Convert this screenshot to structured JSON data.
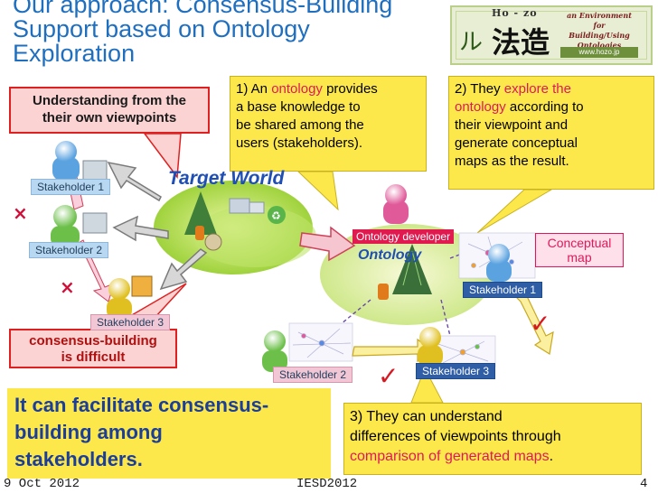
{
  "title": {
    "line1": "Our approach: Consensus-Building",
    "line2": "Support based on Ontology",
    "line3": "Exploration"
  },
  "logo": {
    "hozo": "Ho - zo",
    "kanji": "法造",
    "mark": "ル",
    "tagline_1": "an Environment for",
    "tagline_2": "Building/Using Ontologies",
    "url": "www.hozo.jp"
  },
  "callout1": {
    "number": "1) An",
    "highlight": "ontology",
    "rest1": "provides",
    "line2": "a base knowledge to",
    "line3": "be shared among the",
    "line4": "users (stakeholders)."
  },
  "callout2": {
    "number": "2) They",
    "highlight1": "explore the",
    "highlight2": "ontology",
    "rest1": "according to",
    "line3": "their viewpoint and",
    "line4": "generate conceptual",
    "line5": "maps as the result."
  },
  "understanding": {
    "line1": "Understanding from the",
    "line2": "their own viewpoints"
  },
  "consensus_difficult": {
    "line1": "consensus-building",
    "line2": "is difficult"
  },
  "facilitate": {
    "line1": "It can facilitate consensus-",
    "line2": "building among",
    "line3": "stakeholders."
  },
  "callout3": {
    "line1": "3) They can understand",
    "line2": "differences of viewpoints through",
    "highlight": "comparison of generated maps",
    "end": "."
  },
  "labels": {
    "target_world": "Target World",
    "ontology": "Ontology",
    "ontology_developer": "Ontology developer",
    "conceptual_map_1": "Conceptual",
    "conceptual_map_2": "map",
    "left_stakeholder_1": "Stakeholder 1",
    "left_stakeholder_2": "Stakeholder 2",
    "left_stakeholder_3": "Stakeholder 3",
    "right_stakeholder_1": "Stakeholder 1",
    "right_stakeholder_2": "Stakeholder 2",
    "right_stakeholder_3": "Stakeholder 3",
    "cross_symbol": "×",
    "check_symbol": "✓"
  },
  "footer": {
    "date": "9 Oct 2012",
    "conference": "IESD2012",
    "page": "4"
  },
  "colors": {
    "title": "#1f6fc0",
    "highlight": "#e0185a",
    "callout_yellow": "#fde84c",
    "consensus_red": "#b01010",
    "target_world": "#1f4fb4"
  }
}
